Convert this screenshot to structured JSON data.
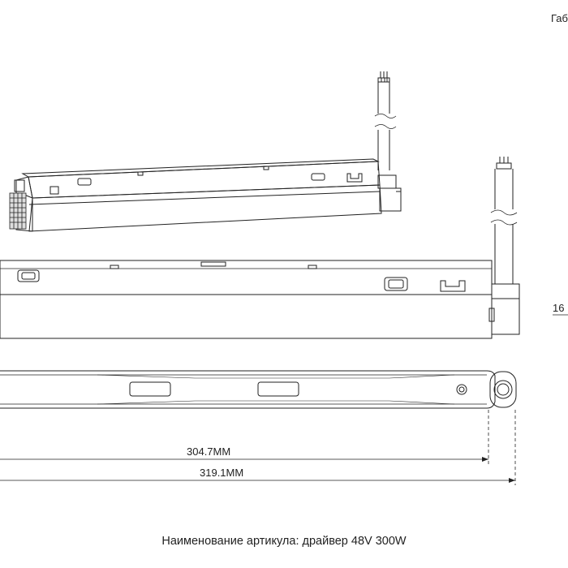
{
  "header_text": "Габ",
  "dimensions": {
    "inner_length": "304.7ММ",
    "total_length": "319.1ММ",
    "height_partial": "16"
  },
  "caption": "Наименование артикула: драйвер 48V 300W"
}
